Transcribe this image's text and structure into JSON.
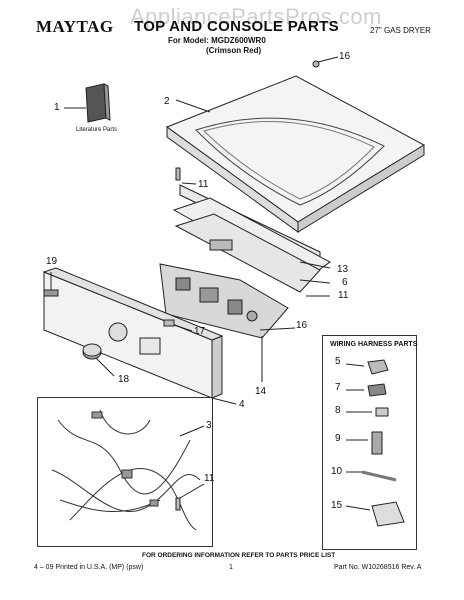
{
  "watermark": "AppliancePartsPros.com",
  "header": {
    "brand": "MAYTAG",
    "title": "TOP AND CONSOLE PARTS",
    "model": "For Model: MGDZ600WR0",
    "variant": "(Crimson Red)",
    "product": "27\" GAS DRYER"
  },
  "literature_caption": "Literature Parts",
  "callouts": {
    "c1": "1",
    "c2": "2",
    "c3": "3",
    "c4": "4",
    "c5": "5",
    "c6": "6",
    "c7": "7",
    "c8": "8",
    "c9": "9",
    "c10": "10",
    "c11a": "11",
    "c11b": "11",
    "c11c": "11",
    "c13": "13",
    "c14": "14",
    "c15": "15",
    "c16a": "16",
    "c16b": "16",
    "c17": "17",
    "c18": "18",
    "c19": "19"
  },
  "wiring_box_title": "WIRING HARNESS PARTS",
  "footer": {
    "note": "FOR ORDERING INFORMATION REFER TO PARTS PRICE LIST",
    "left": "4 – 09 Printed in U.S.A. (MP) (psw)",
    "page": "1",
    "right": "Part No. W10268516 Rev. A"
  }
}
